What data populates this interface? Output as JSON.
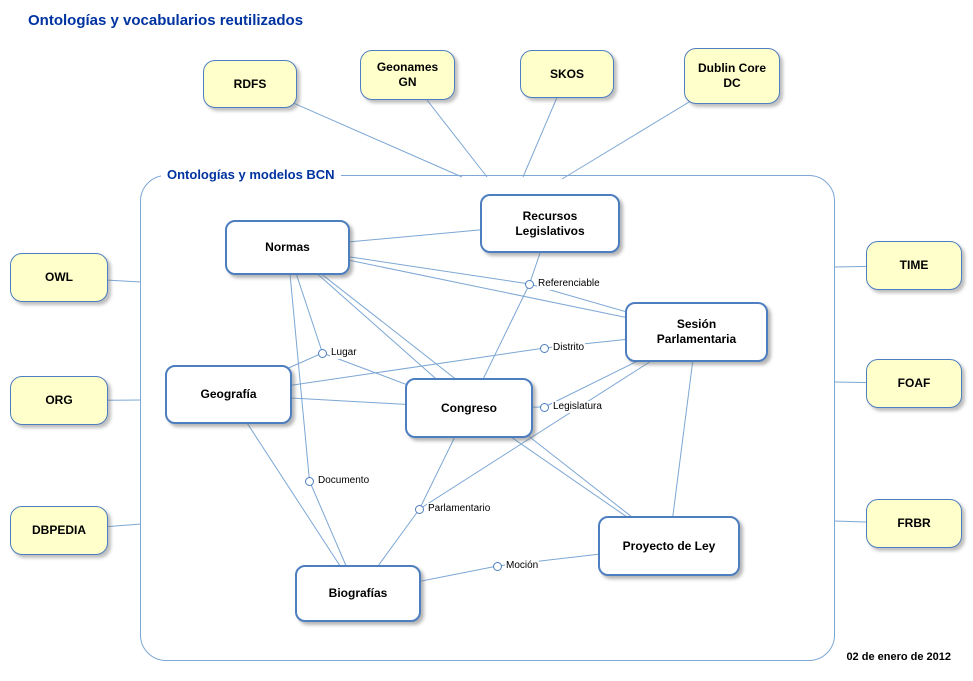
{
  "page": {
    "title": "Ontologías y vocabularios reutilizados",
    "date": "02 de enero de 2012"
  },
  "bcn_container": {
    "label": "Ontologías y modelos BCN"
  },
  "external_vocabularies": {
    "rdfs": {
      "label": "RDFS"
    },
    "geonames": {
      "label": "Geonames\nGN"
    },
    "skos": {
      "label": "SKOS"
    },
    "dublincore": {
      "label": "Dublin Core\nDC"
    },
    "owl": {
      "label": "OWL"
    },
    "org": {
      "label": "ORG"
    },
    "dbpedia": {
      "label": "DBPEDIA"
    },
    "time": {
      "label": "TIME"
    },
    "foaf": {
      "label": "FOAF"
    },
    "frbr": {
      "label": "FRBR"
    }
  },
  "bcn_models": {
    "normas": {
      "label": "Normas"
    },
    "recursos": {
      "label": "Recursos\nLegislativos"
    },
    "sesion": {
      "label": "Sesión\nParlamentaria"
    },
    "geografia": {
      "label": "Geografía"
    },
    "congreso": {
      "label": "Congreso"
    },
    "proyecto": {
      "label": "Proyecto de Ley"
    },
    "biografias": {
      "label": "Biografías"
    }
  },
  "relations": {
    "referenciable": {
      "label": "Referenciable"
    },
    "lugar": {
      "label": "Lugar"
    },
    "distrito": {
      "label": "Distrito"
    },
    "legislatura": {
      "label": "Legislatura"
    },
    "documento": {
      "label": "Documento"
    },
    "parlamentario": {
      "label": "Parlamentario"
    },
    "mocion": {
      "label": "Moción"
    }
  },
  "edges": [
    {
      "from": "rdfs",
      "to": "bcn-top-1"
    },
    {
      "from": "geonames",
      "to": "bcn-top-2"
    },
    {
      "from": "skos",
      "to": "bcn-top-3"
    },
    {
      "from": "dublincore",
      "to": "bcn-top-4"
    },
    {
      "from": "owl",
      "to": "bcn-left-1"
    },
    {
      "from": "org",
      "to": "bcn-left-2"
    },
    {
      "from": "dbpedia",
      "to": "bcn-left-3"
    },
    {
      "from": "time",
      "to": "bcn-right-1"
    },
    {
      "from": "foaf",
      "to": "bcn-right-2"
    },
    {
      "from": "frbr",
      "to": "bcn-right-3"
    },
    {
      "from": "normas",
      "to": "recursos"
    },
    {
      "from": "recursos",
      "to": "referenciable"
    },
    {
      "from": "referenciable",
      "to": "normas"
    },
    {
      "from": "referenciable",
      "to": "congreso"
    },
    {
      "from": "referenciable",
      "to": "sesion"
    },
    {
      "from": "normas",
      "to": "congreso"
    },
    {
      "from": "normas",
      "to": "sesion"
    },
    {
      "from": "normas",
      "to": "documento"
    },
    {
      "from": "documento",
      "to": "biografias"
    },
    {
      "from": "normas",
      "to": "proyecto"
    },
    {
      "from": "geografia",
      "to": "lugar"
    },
    {
      "from": "lugar",
      "to": "normas"
    },
    {
      "from": "lugar",
      "to": "congreso"
    },
    {
      "from": "geografia",
      "to": "congreso"
    },
    {
      "from": "geografia",
      "to": "distrito"
    },
    {
      "from": "distrito",
      "to": "sesion"
    },
    {
      "from": "congreso",
      "to": "legislatura"
    },
    {
      "from": "legislatura",
      "to": "sesion"
    },
    {
      "from": "geografia",
      "to": "biografias"
    },
    {
      "from": "sesion",
      "to": "proyecto"
    },
    {
      "from": "congreso",
      "to": "proyecto"
    },
    {
      "from": "biografias",
      "to": "parlamentario"
    },
    {
      "from": "parlamentario",
      "to": "congreso"
    },
    {
      "from": "parlamentario",
      "to": "sesion"
    },
    {
      "from": "biografias",
      "to": "mocion"
    },
    {
      "from": "mocion",
      "to": "proyecto"
    }
  ],
  "colors": {
    "title_blue": "#0033A0",
    "box_border_blue": "#4D7EBF",
    "external_fill_yellow": "#FFFFCC",
    "model_fill_white": "#FFFFFF",
    "edge_line_blue": "#7DA7D4"
  }
}
